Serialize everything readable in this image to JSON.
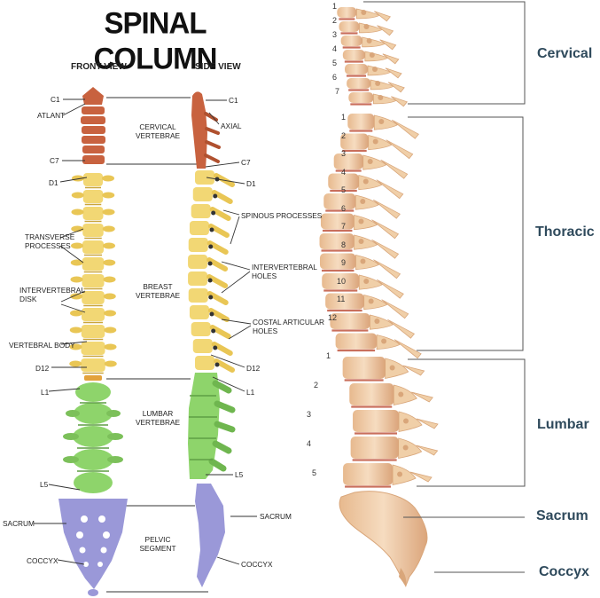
{
  "left_panel": {
    "title": "SPINAL COLUMN",
    "front_view_label": "FRONT VIEW",
    "side_view_label": "SIDE VIEW",
    "front_labels": {
      "c1": "C1",
      "atlant": "ATLANT",
      "c7": "C7",
      "d1": "D1",
      "transverse": "TRANSVERSE\nPROCESSES",
      "disk": "INTERVERTEBRAL\nDISK",
      "body": "VERTEBRAL BODY",
      "d12": "D12",
      "l1": "L1",
      "l5": "L5",
      "sacrum": "SACRUM",
      "coccyx": "COCCYX"
    },
    "center_labels": {
      "cervical": "CERVICAL\nVERTEBRAE",
      "breast": "BREAST\nVERTEBRAE",
      "lumbar": "LUMBAR\nVERTEBRAE",
      "pelvic": "PELVIC\nSEGMENT"
    },
    "side_labels": {
      "c1": "C1",
      "axial": "AXIAL",
      "c7": "C7",
      "d1": "D1",
      "spinous": "SPINOUS PROCESSES",
      "holes": "INTERVERTEBRAL\nHOLES",
      "costal": "COSTAL ARTICULAR\nHOLES",
      "d12": "D12",
      "l1": "L1",
      "l5": "L5",
      "sacrum": "SACRUM",
      "coccyx": "COCCYX"
    },
    "colors": {
      "cervical": "#c8623f",
      "thoracic": "#f2d774",
      "lumbar": "#8ed46b",
      "sacral": "#9a98d8"
    }
  },
  "right_panel": {
    "regions": {
      "cervical": "Cervical",
      "thoracic": "Thoracic",
      "lumbar": "Lumbar",
      "sacrum": "Sacrum",
      "coccyx": "Coccyx"
    },
    "cervical_numbers": [
      "1",
      "2",
      "3",
      "4",
      "5",
      "6",
      "7"
    ],
    "thoracic_numbers": [
      "1",
      "2",
      "3",
      "4",
      "5",
      "6",
      "7",
      "8",
      "9",
      "10",
      "11",
      "12"
    ],
    "lumbar_numbers": [
      "1",
      "2",
      "3",
      "4",
      "5"
    ],
    "colors": {
      "bone": "#f0cfa8",
      "bone_dark": "#d9a67a",
      "disc": "#c96f5c",
      "region_text": "#2f4a5c"
    }
  }
}
